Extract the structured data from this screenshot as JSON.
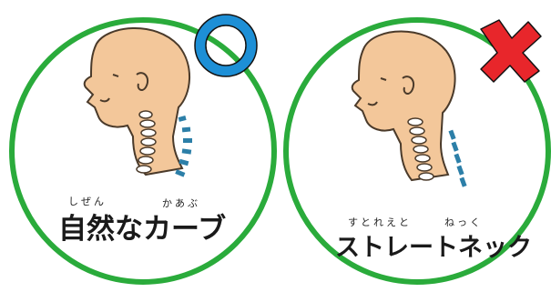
{
  "left_panel": {
    "ruby_1": "しぜん",
    "ruby_2": "かあぶ",
    "label": "自然なカーブ",
    "mark": "circle",
    "mark_color": "#1d8fd6"
  },
  "right_panel": {
    "ruby_1": "すとれえと",
    "ruby_2": "ねっく",
    "label": "ストレートネック",
    "mark": "cross",
    "mark_color": "#e8262b"
  },
  "colors": {
    "circle_border": "#2aab3b",
    "skin": "#f3c79a",
    "vertebra_curve": "#2c7fa8"
  }
}
